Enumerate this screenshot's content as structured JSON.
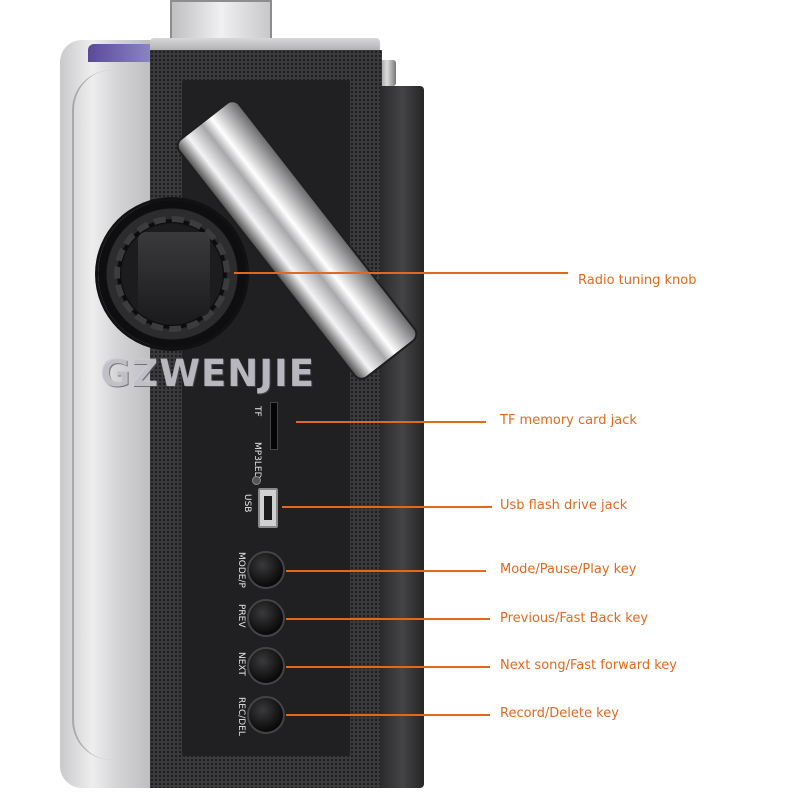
{
  "watermark": "GZWENJIE",
  "accent_color": "#e0691f",
  "panel_labels": {
    "tf": "TF",
    "mp3led": "MP3LED",
    "usb": "USB",
    "mode": "MODE/P",
    "prev": "PREV",
    "next": "NEXT",
    "rec": "REC/DEL"
  },
  "callouts": [
    {
      "label": "Radio tuning knob"
    },
    {
      "label": "TF memory card jack"
    },
    {
      "label": "Usb flash drive jack"
    },
    {
      "label": "Mode/Pause/Play key"
    },
    {
      "label": "Previous/Fast Back key"
    },
    {
      "label": "Next song/Fast forward key"
    },
    {
      "label": "Record/Delete key"
    }
  ]
}
